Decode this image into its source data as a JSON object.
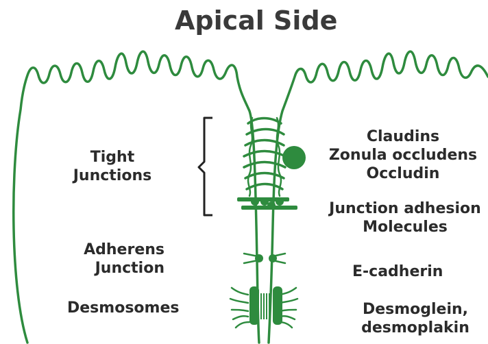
{
  "title": "Apical Side",
  "left_labels": {
    "tight_junctions": [
      "Tight",
      "Junctions"
    ],
    "adherens_junction": [
      "Adherens",
      "Junction"
    ],
    "desmosomes": "Desmosomes"
  },
  "right_labels": {
    "tight_junction_proteins": [
      "Claudins",
      "Zonula occludens",
      "Occludin"
    ],
    "junction_adhesion": [
      "Junction adhesion",
      "Molecules"
    ],
    "e_cadherin": "E-cadherin",
    "desmosome_proteins": [
      "Desmoglein,",
      "desmoplakin"
    ]
  },
  "colors": {
    "membrane": "#2e8b3e",
    "text": "#2b2b2b",
    "bracket": "#222222"
  }
}
